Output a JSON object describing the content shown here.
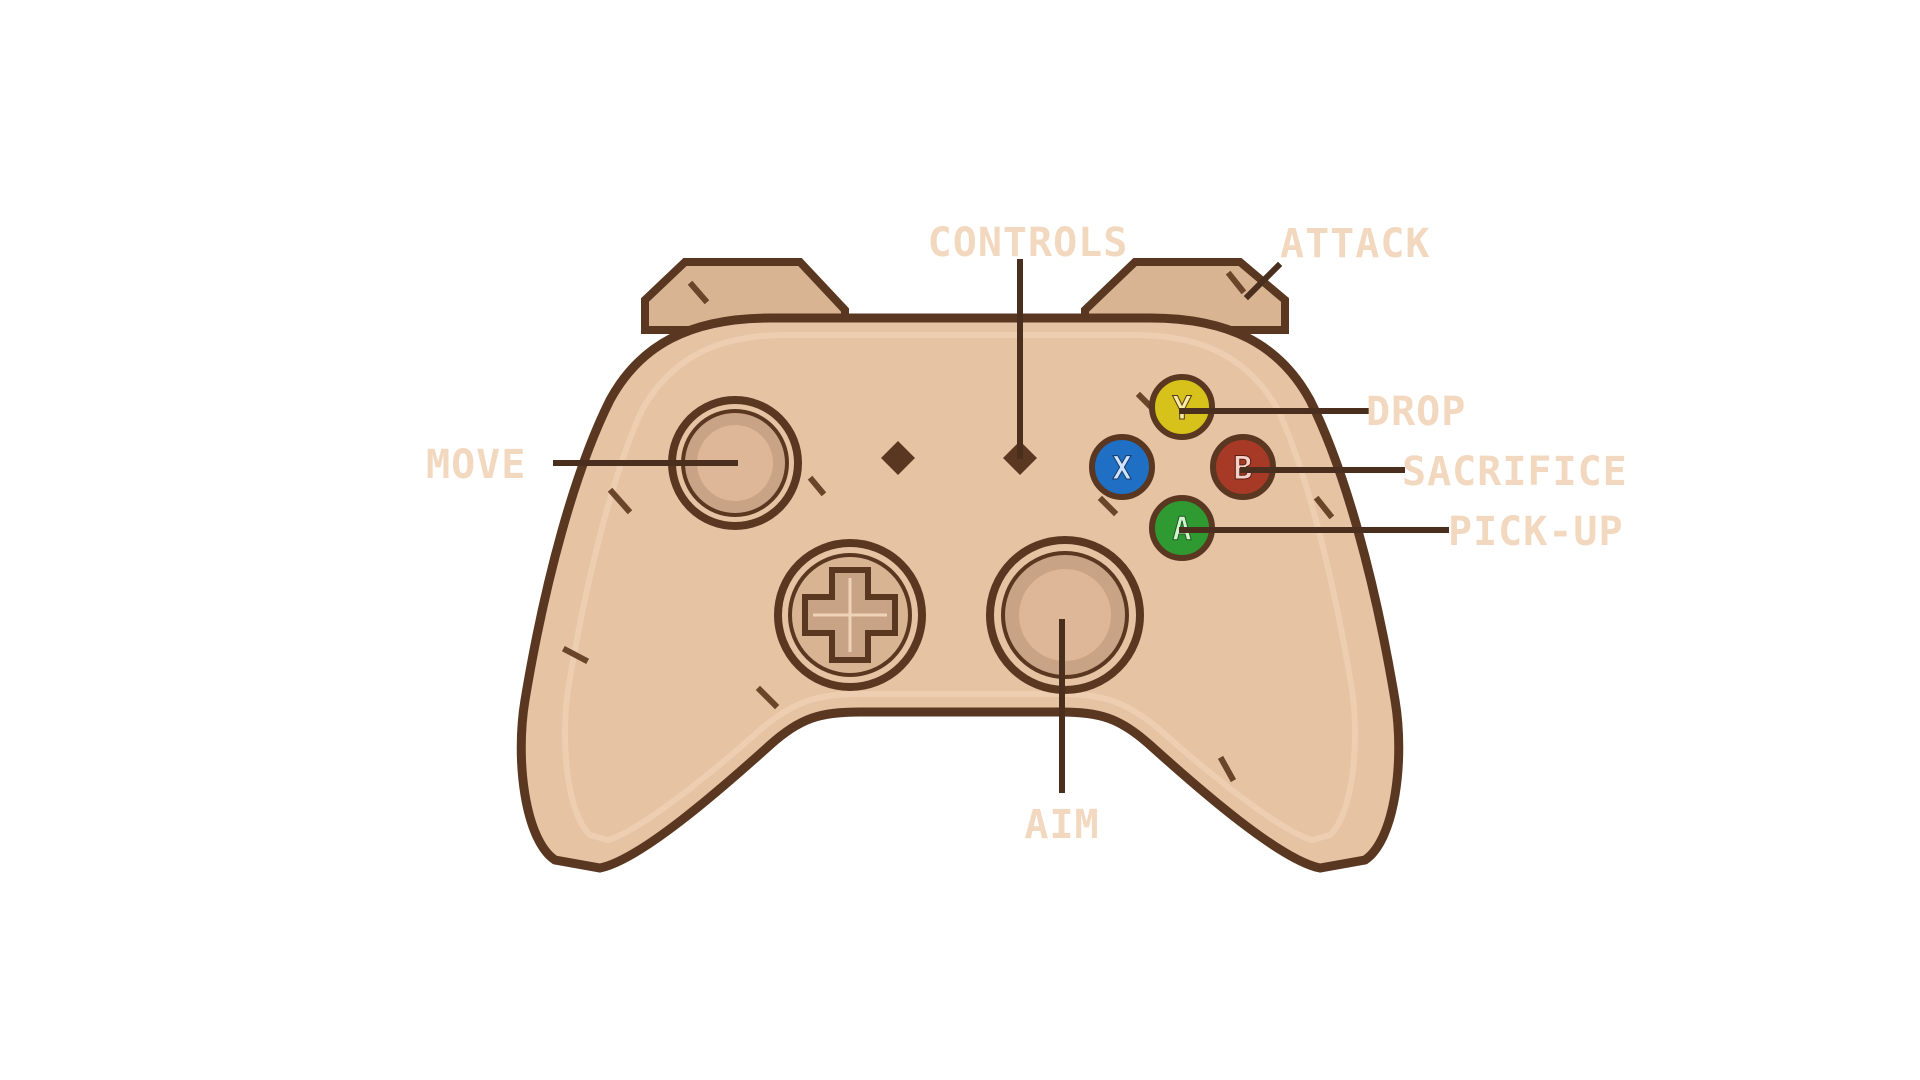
{
  "screen": {
    "background": "#ffffff"
  },
  "colors": {
    "label": "#f3d8c0",
    "body": "#e6c3a2",
    "body_light": "#efd3b8",
    "outline": "#5a3720",
    "shadow": "#c7a07f",
    "line": "#4a2f1f",
    "button_x": "#1f6fc4",
    "button_y": "#d6c21a",
    "button_b": "#a63a26",
    "button_a": "#2f9a32"
  },
  "labels": {
    "controls": "CONTROLS",
    "attack": "ATTACK",
    "move": "MOVE",
    "drop": "DROP",
    "sacrifice": "SACRIFICE",
    "pick_up": "PICK-UP",
    "aim": "AIM"
  },
  "buttons": {
    "y": "Y",
    "x": "X",
    "b": "B",
    "a": "A"
  },
  "icons": {
    "controller": "gamepad-icon",
    "dpad": "dpad-icon",
    "left_stick": "left-stick-icon",
    "right_stick": "right-stick-icon"
  }
}
